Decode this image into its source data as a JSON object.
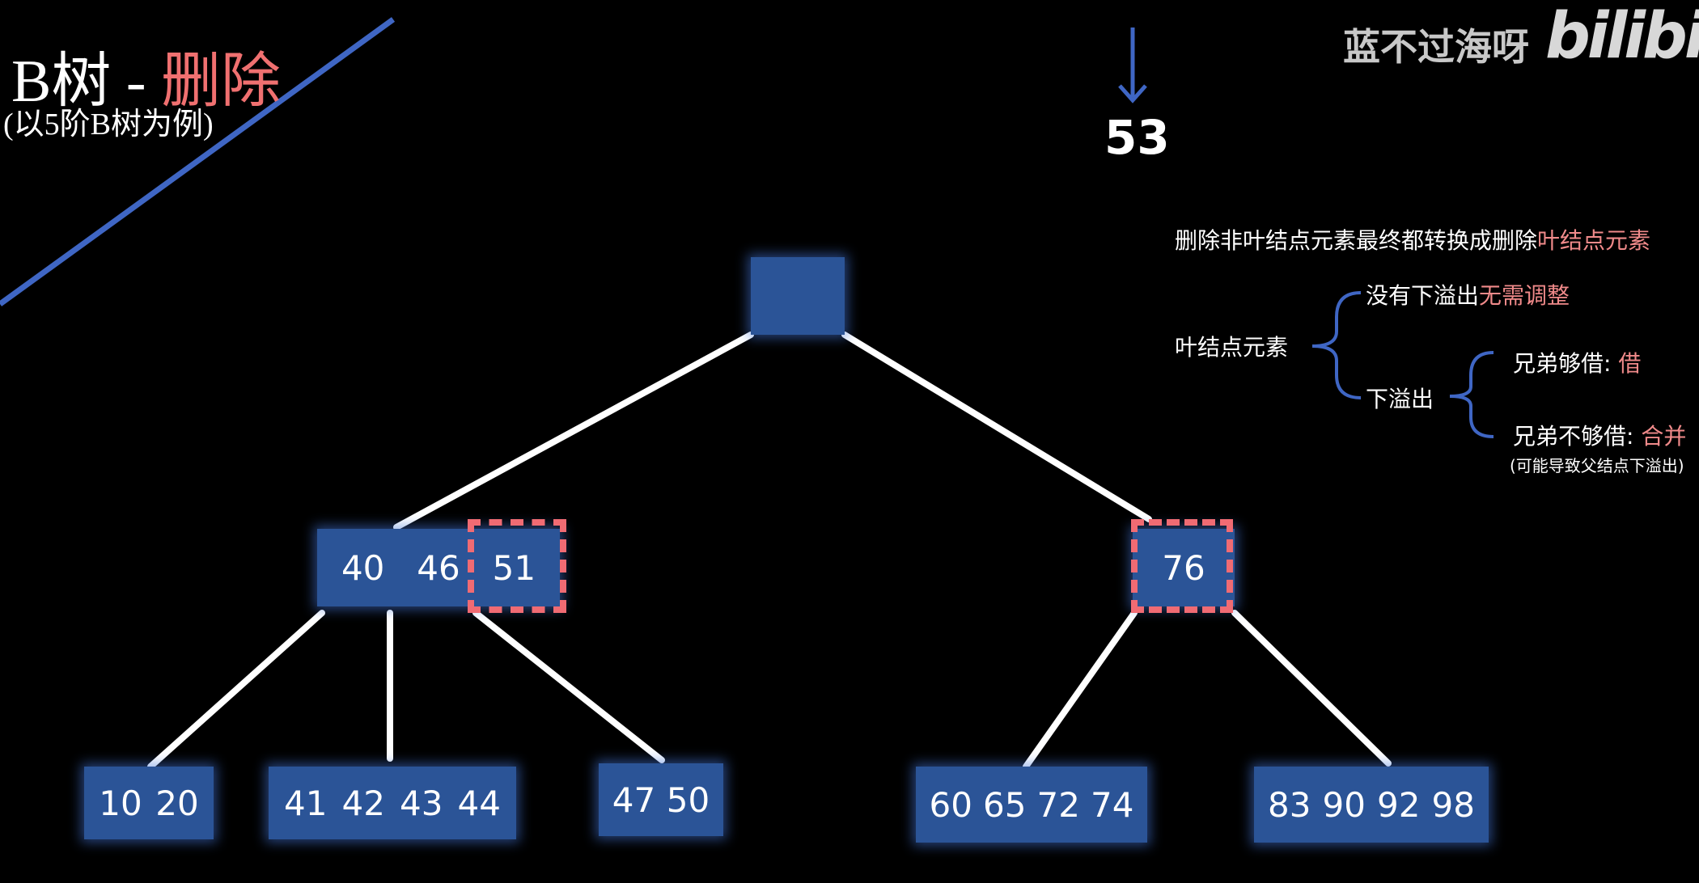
{
  "title": {
    "main": "B树 - ",
    "highlight": "删除"
  },
  "subtitle": "(以5阶B树为例)",
  "watermark": "蓝不过海呀",
  "brand": "bilibili",
  "deleting_key": "53",
  "tree": {
    "root": {
      "keys": []
    },
    "level1": [
      {
        "keys": [
          "40",
          "46",
          "51"
        ]
      },
      {
        "keys": [
          "76"
        ]
      }
    ],
    "leaves": [
      {
        "keys": [
          "10",
          "20"
        ]
      },
      {
        "keys": [
          "41",
          "42",
          "43",
          "44"
        ]
      },
      {
        "keys": [
          "47",
          "50"
        ]
      },
      {
        "keys": [
          "60",
          "65",
          "72",
          "74"
        ]
      },
      {
        "keys": [
          "83",
          "90",
          "92",
          "98"
        ]
      }
    ]
  },
  "rules": {
    "top": {
      "text": "删除非叶结点元素最终都转换成删除",
      "highlight": "叶结点元素"
    },
    "leaf_label": "叶结点元素",
    "no_underflow": {
      "text": "没有下溢出",
      "highlight": "无需调整"
    },
    "underflow_label": "下溢出",
    "sibling_enough": {
      "text": "兄弟够借: ",
      "highlight": "借"
    },
    "sibling_not_enough": {
      "text": "兄弟不够借: ",
      "highlight": "合并"
    },
    "note": "(可能导致父结点下溢出)"
  },
  "colors": {
    "background": "#000000",
    "node_fill": "#2b5497",
    "accent_blue": "#3f66c4",
    "highlight_red": "#f06b73",
    "edge": "#ffffff"
  }
}
